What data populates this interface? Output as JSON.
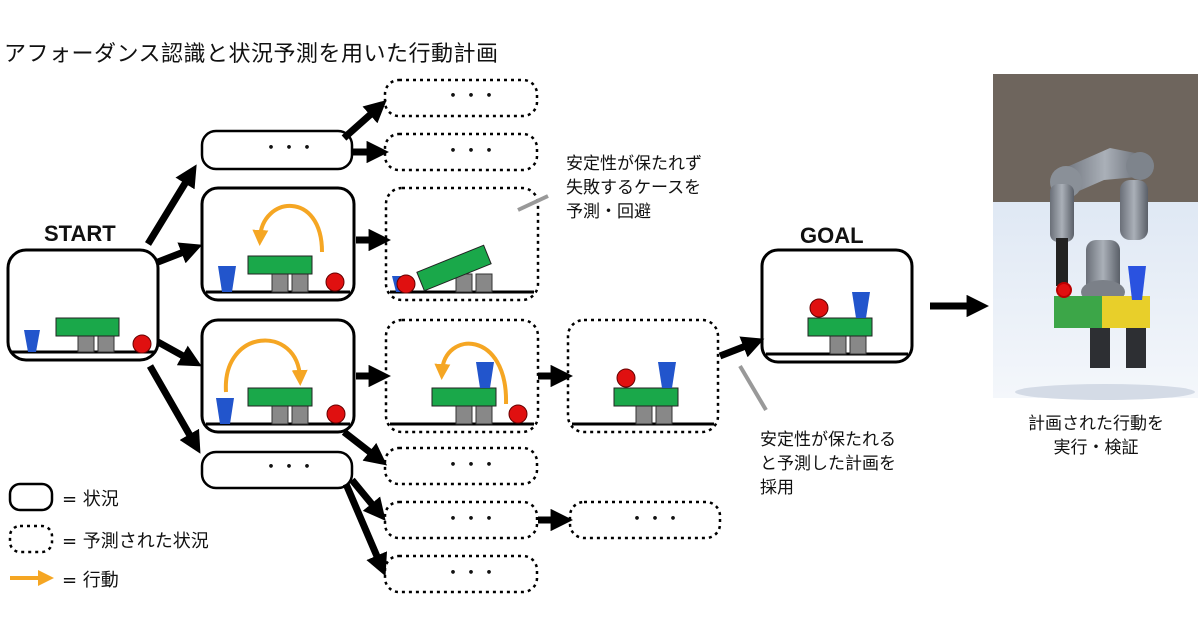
{
  "title": "アフォーダンス認識と状況予測を用いた行動計画",
  "start_label": "START",
  "goal_label": "GOAL",
  "ellipsis": "・・・",
  "notes": {
    "failure": [
      "安定性が保たれず",
      "失敗するケースを",
      "予測・回避"
    ],
    "success": [
      "安定性が保たれる",
      "と予測した計画を",
      "採用"
    ]
  },
  "legend": {
    "state": "= 状況",
    "predicted": "= 予測された状況",
    "action": "= 行動"
  },
  "caption": [
    "計画された行動を",
    "実行・検証"
  ],
  "colors": {
    "action_arrow": "#f5a623",
    "block_green": "#1aa84a",
    "cup_blue": "#2255cc",
    "ball_red": "#e01010",
    "block_gray": "#888888",
    "robot_bg_top": "#6e655d",
    "robot_bg_bottom": "#e6eef8"
  }
}
